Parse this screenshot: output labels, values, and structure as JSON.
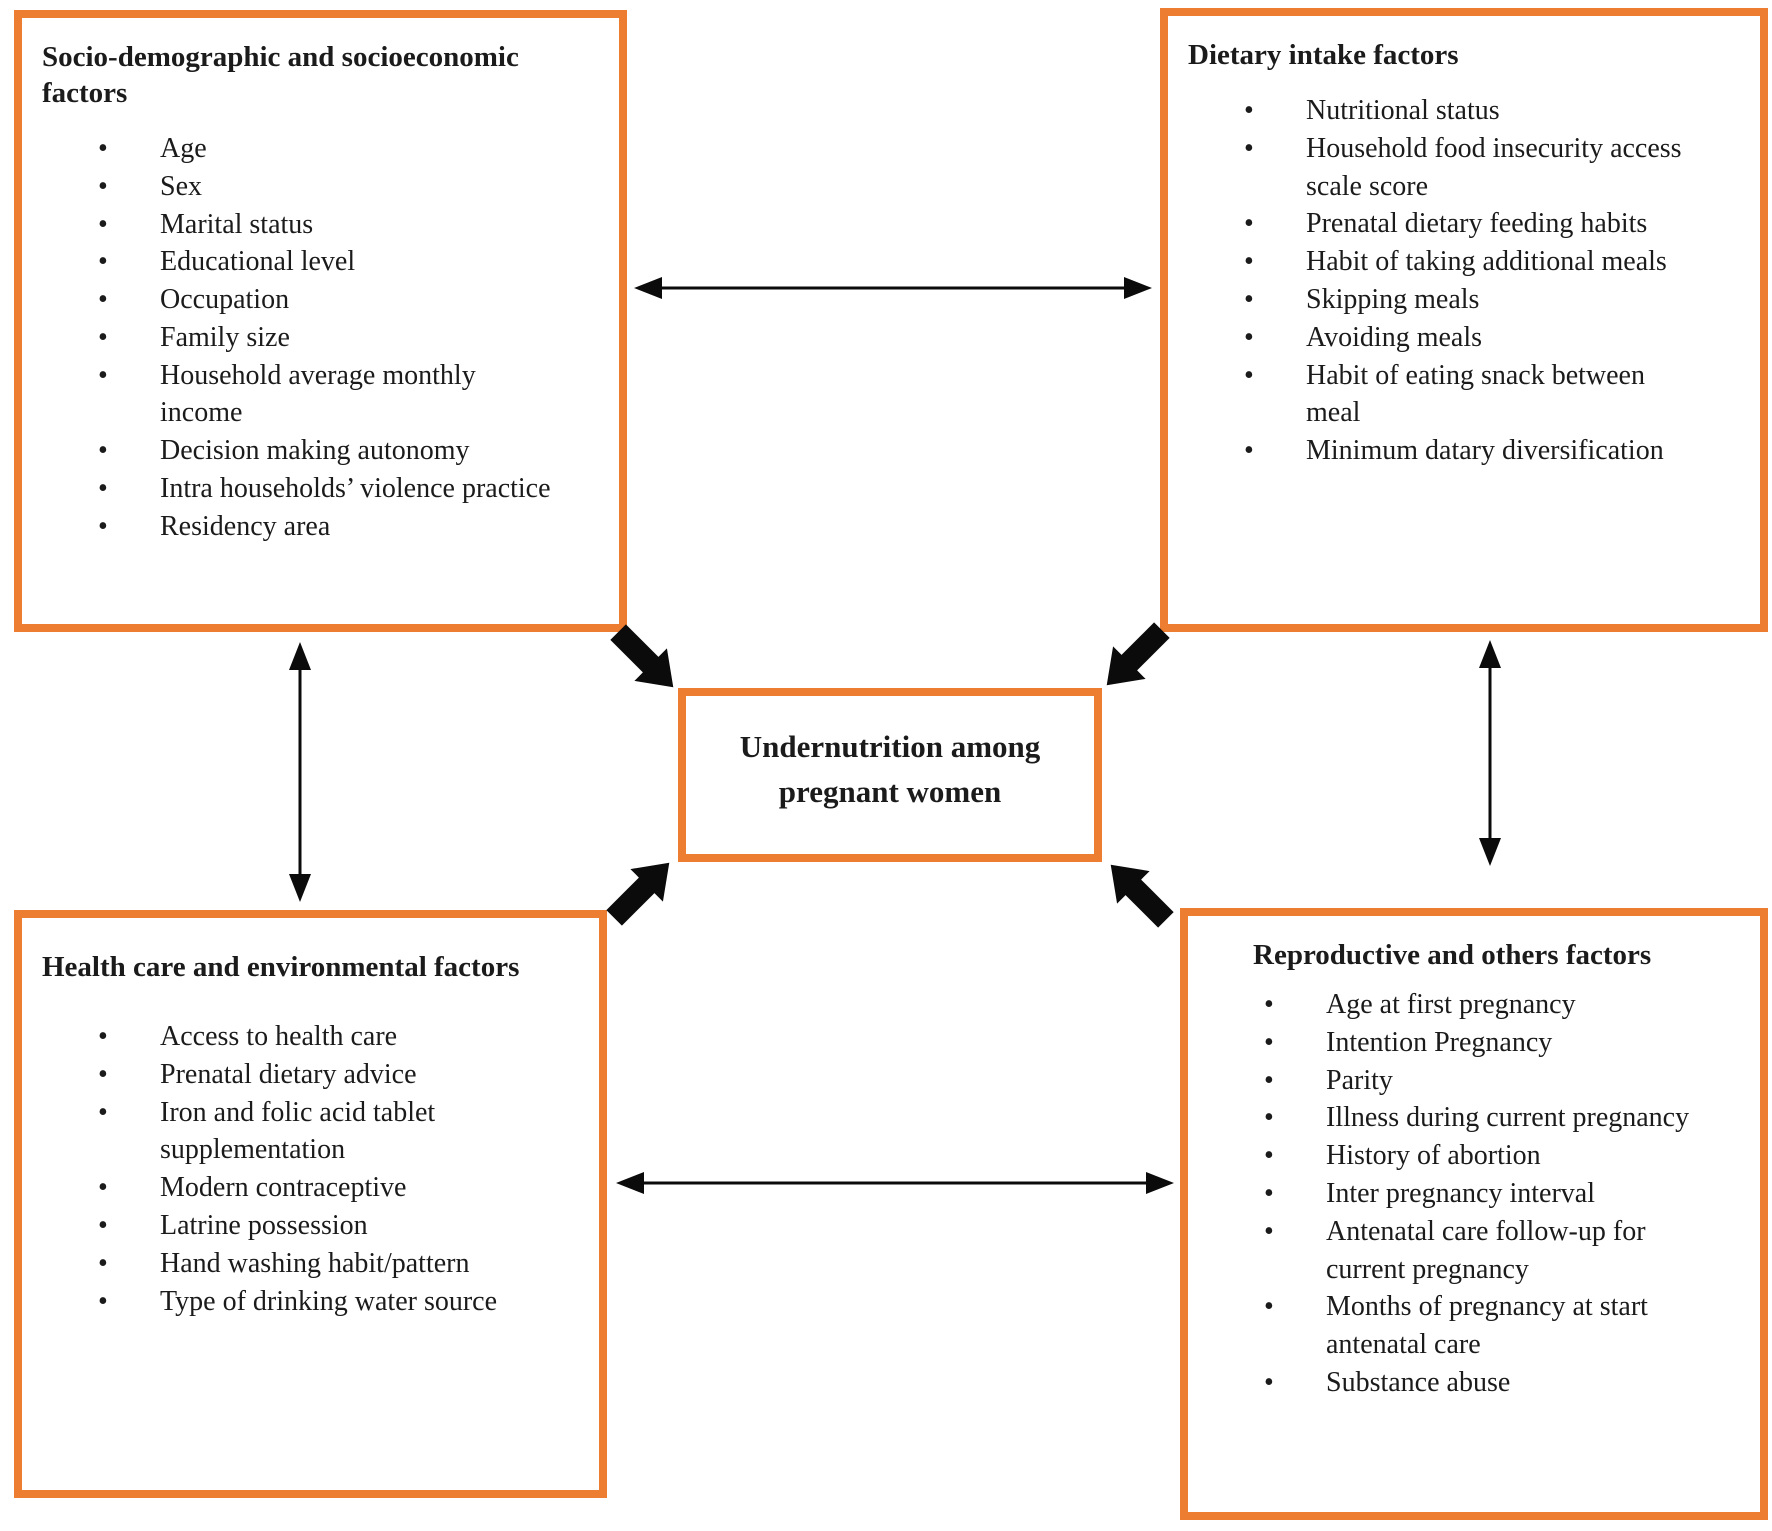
{
  "center": {
    "title": "Undernutrition among pregnant women"
  },
  "boxes": {
    "socio": {
      "title": "Socio-demographic and socioeconomic factors",
      "items": [
        "Age",
        "Sex",
        "Marital status",
        "Educational level",
        "Occupation",
        "Family size",
        "Household average monthly\nincome",
        "Decision making autonomy",
        "Intra households’ violence practice",
        "Residency area"
      ]
    },
    "dietary": {
      "title": "Dietary intake factors",
      "items": [
        "Nutritional status",
        "Household food insecurity access\nscale score",
        "Prenatal dietary feeding habits",
        "Habit of taking additional meals",
        "Skipping meals",
        "Avoiding meals",
        "Habit of eating snack between\nmeal",
        "Minimum datary diversification"
      ]
    },
    "health": {
      "title": "Health care and environmental factors",
      "items": [
        "Access to health care",
        "Prenatal dietary advice",
        "Iron and folic acid tablet\nsupplementation",
        "Modern contraceptive",
        "Latrine possession",
        "Hand washing habit/pattern",
        "Type of drinking water source"
      ]
    },
    "repro": {
      "title": "Reproductive and others factors",
      "items": [
        "Age at first pregnancy",
        "Intention Pregnancy",
        "Parity",
        "Illness during current pregnancy",
        "History of abortion",
        "Inter pregnancy interval",
        "Antenatal care follow-up for\ncurrent pregnancy",
        "Months of pregnancy at start\nantenatal care",
        "Substance abuse"
      ]
    }
  },
  "colors": {
    "box_border": "#ED7D31",
    "arrow": "#0B0B0B",
    "text": "#1B1B1B",
    "background": "#FFFFFF"
  }
}
